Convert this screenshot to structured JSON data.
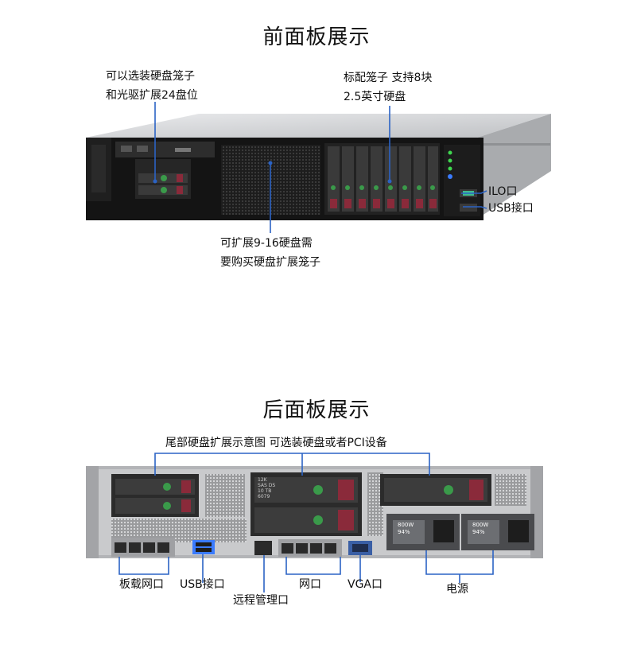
{
  "front": {
    "title": "前面板展示",
    "label_optional_cage": [
      "可以选装硬盘笼子",
      "和光驱扩展24盘位"
    ],
    "label_standard_cage": [
      "标配笼子 支持8块",
      "2.5英寸硬盘"
    ],
    "label_expand": [
      "可扩展9-16硬盘需",
      "要购买硬盘扩展笼子"
    ],
    "label_ilo": "ILO口",
    "label_usb": "USB接口"
  },
  "rear": {
    "title": "后面板展示",
    "label_rear_cage": "尾部硬盘扩展示意图 可选装硬盘或者PCI设备",
    "label_onboard_nic": "板载网口",
    "label_usb": "USB接口",
    "label_remote_mgmt": "远程管理口",
    "label_network": "网口",
    "label_vga": "VGA口",
    "label_power": "电源",
    "drive_text": [
      "12K",
      "SAS DS",
      "10 TB",
      "6079"
    ],
    "psu_text": [
      "800W",
      "94%"
    ]
  },
  "colors": {
    "accent_line": "#2b63c5",
    "chassis": "#c9cacc",
    "drive_green": "#3a9a4a",
    "drive_red": "#8a2a3a"
  }
}
